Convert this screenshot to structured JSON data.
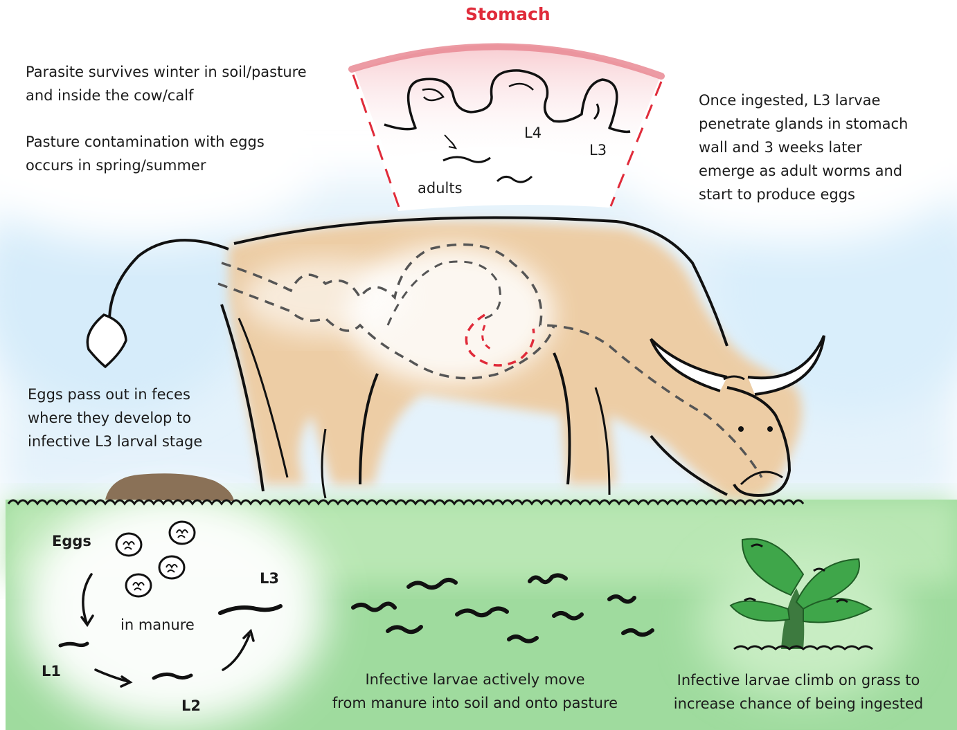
{
  "diagram": {
    "stomach_title": "Stomach",
    "stomach_labels": {
      "l4": "L4",
      "l3": "L3",
      "adults": "adults"
    },
    "top_left_text": {
      "line1": "Parasite survives winter in soil/pasture",
      "line2": "and inside the cow/calf",
      "line3": "Pasture contamination with eggs",
      "line4": "occurs in spring/summer"
    },
    "top_right_text": {
      "line1": "Once ingested, L3 larvae",
      "line2": "penetrate glands in stomach",
      "line3": "wall and 3 weeks later",
      "line4": "emerge as adult worms and",
      "line5": "start to produce eggs"
    },
    "feces_text": {
      "line1": "Eggs pass out in feces",
      "line2": "where they develop to",
      "line3": "infective L3 larval stage"
    },
    "manure_cycle": {
      "eggs": "Eggs",
      "in_manure": "in manure",
      "l1": "L1",
      "l2": "L2",
      "l3": "L3"
    },
    "pasture_text": {
      "line1": "Infective larvae actively move",
      "line2": "from manure into soil and onto pasture"
    },
    "grass_text": {
      "line1": "Infective larvae climb on grass to",
      "line2": "increase chance of being ingested"
    },
    "colors": {
      "stomach_red": "#e02b3a",
      "cow_fill": "#efc797",
      "pasture_green": "#9ad89a",
      "sky_blue": "#dcefff",
      "grass_leaf": "#3fa64a",
      "manure_brown": "#8a7157"
    }
  }
}
